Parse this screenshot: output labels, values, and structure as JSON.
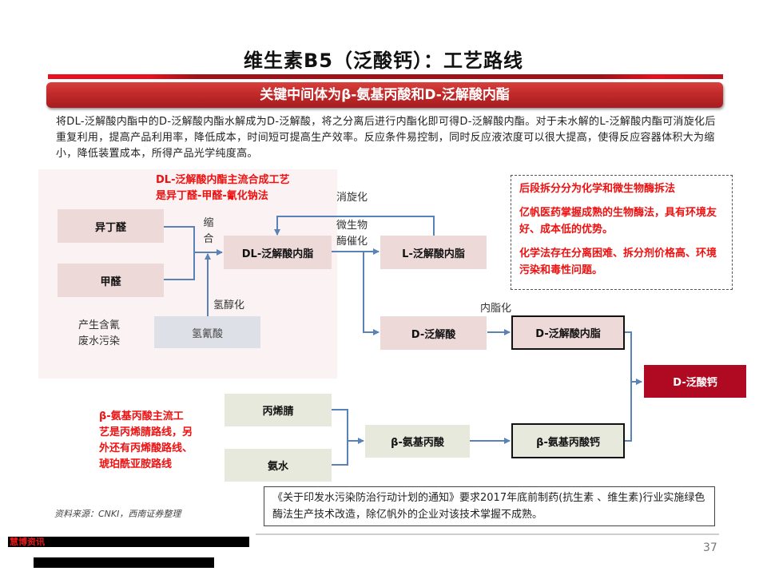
{
  "header": {
    "title": "维生素B5（泛酸钙）：工艺路线",
    "banner": "关键中间体为β-氨基丙酸和D-泛解酸内酯"
  },
  "intro_text": "将DL-泛解酸内酯中的D-泛解酸内酯水解成为D-泛解酸，将之分离后进行内酯化即可得D-泛解酸内酯。对于未水解的L-泛解酸内酯可消旋化后重复利用，提高产品利用率，降低成本，时间短可提高生产效率。反应条件易控制，同时反应液浓度可以很大提高，使得反应容器体积大为缩小，降低装置成本，所得产品光学纯度高。",
  "diagram": {
    "notes": {
      "dl_route_line1": "DL-泛解酸内酯主流合成工艺",
      "dl_route_line2": "是异丁醛-甲醛-氰化钠法",
      "beta_route_line1": "β-氨基丙酸主流工",
      "beta_route_line2": "艺是丙烯腈路线，另",
      "beta_route_line3": "外还有丙烯酸路线、",
      "beta_route_line4": "琥珀酰亚胺路线",
      "pollution_line1": "产生含氰",
      "pollution_line2": "废水污染"
    },
    "nodes": {
      "isobutyraldehyde": "异丁醛",
      "formaldehyde": "甲醛",
      "hydrocyanic_acid": "氢氰酸",
      "dl_pantolactone": "DL-泛解酸内脂",
      "l_pantolactone": "L-泛解酸内脂",
      "d_pantoic_acid": "D-泛解酸",
      "d_pantolactone": "D-泛解酸内脂",
      "acrylonitrile": "丙烯腈",
      "ammonia_water": "氨水",
      "beta_alanine": "β-氨基丙酸",
      "beta_alanine_calcium": "β-氨基丙酸钙",
      "d_calcium_pantothenate": "D-泛酸钙"
    },
    "edge_labels": {
      "condensation_1": "缩",
      "condensation_2": "合",
      "cyanohydrin": "氢醇化",
      "racemization": "消旋化",
      "enzyme_1": "微生物",
      "enzyme_2": "酶催化",
      "lactonization": "内脂化"
    },
    "callout": {
      "line1": "后段拆分分为化学和微生物酶拆法",
      "line2": "亿帆医药掌握成熟的生物酶法，具有环境友好、成本低的优势。",
      "line3": "化学法存在分离困难、拆分剂价格高、环境污染和毒性问题。"
    },
    "colors": {
      "arrow": "#5b82b8",
      "pink_box": "#eed9d9",
      "green_box": "#e7e9dc",
      "gray_box": "#dde0e6",
      "final_box": "#b00a22",
      "note_red": "#ee1111"
    }
  },
  "notice": "《关于印发水污染防治行动计划的通知》要求2017年底前制药(抗生素 、维生素)行业实施绿色酶法生产技术改造，除亿帆外的企业对该技术掌握不成熟。",
  "source": "资料来源：CNKI，西南证券整理",
  "footer": {
    "redacted_label": "慧博资讯",
    "page_number": "37"
  }
}
